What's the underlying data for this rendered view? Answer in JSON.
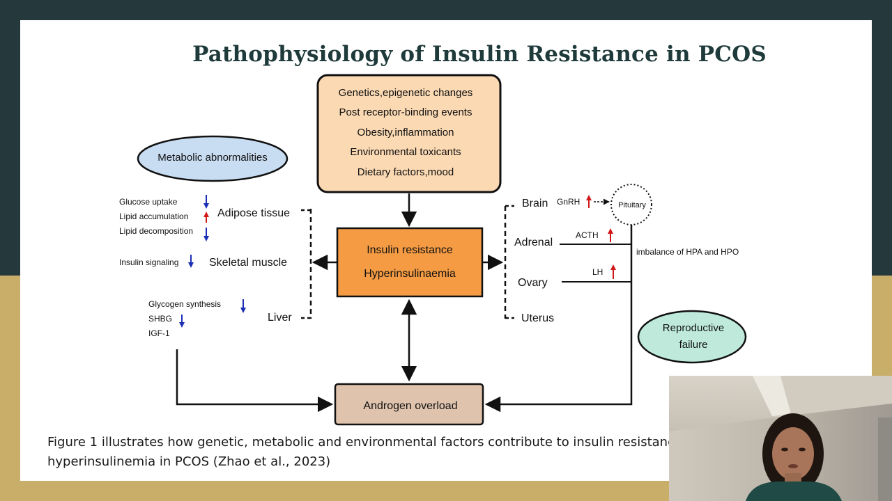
{
  "slide": {
    "title": "Pathophysiology of Insulin Resistance in PCOS",
    "caption_line1": "Figure 1 illustrates how genetic, metabolic and environmental factors contribute to insulin resistance and",
    "caption_line2": "hyperinsulinemia in PCOS (Zhao et al., 2023)"
  },
  "diagram": {
    "causes": [
      "Genetics,epigenetic changes",
      "Post receptor-binding events",
      "Obesity,inflammation",
      "Environmental toxicants",
      "Dietary factors,mood"
    ],
    "core": {
      "line1": "Insulin resistance",
      "line2": "Hyperinsulinaemia"
    },
    "androgen": "Androgen overload",
    "metabolic_label": "Metabolic abnormalities",
    "reproductive_label": [
      "Reproductive",
      "failure"
    ],
    "left_organs": {
      "adipose": "Adipose tissue",
      "muscle": "Skeletal muscle",
      "liver": "Liver"
    },
    "adipose_effects": [
      {
        "label": "Glucose uptake",
        "direction": "down"
      },
      {
        "label": "Lipid accumulation",
        "direction": "up"
      },
      {
        "label": "Lipid decomposition",
        "direction": "down"
      }
    ],
    "muscle_effects": [
      {
        "label": "Insulin signaling",
        "direction": "down"
      }
    ],
    "liver_effects": [
      {
        "label": "Glycogen synthesis",
        "direction": "down"
      },
      {
        "label": "SHBG",
        "direction": "down"
      },
      {
        "label": "IGF-1",
        "direction": "none"
      }
    ],
    "right_organs": {
      "brain": "Brain",
      "adrenal": "Adrenal",
      "ovary": "Ovary",
      "uterus": "Uterus"
    },
    "hormones": {
      "gnrh": "GnRH",
      "acth": "ACTH",
      "lh": "LH"
    },
    "pituitary": "Pituitary",
    "imbalance": "imbalance of HPA and HPO",
    "colors": {
      "cause_box": "#fbd9b3",
      "core_box": "#f49b43",
      "androgen_box": "#dfc3ad",
      "metabolic_oval": "#c8dcf2",
      "reproductive_oval": "#bfeadb",
      "arrow_up": "#d01818",
      "arrow_down": "#1a2fb5"
    }
  }
}
